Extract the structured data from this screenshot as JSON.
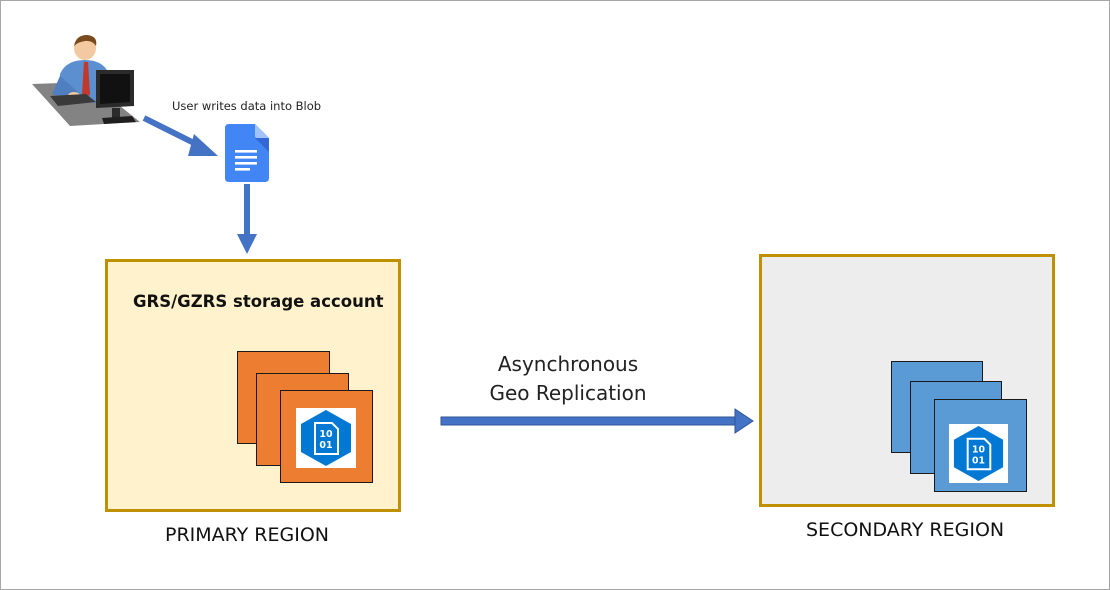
{
  "diagram": {
    "user_caption": "User writes data into Blob",
    "storage_account_label": "GRS/GZRS storage account",
    "replication_label_line1": "Asynchronous",
    "replication_label_line2": "Geo Replication",
    "primary_region_label": "PRIMARY REGION",
    "secondary_region_label": "SECONDARY REGION",
    "blob_icon_text_line1": "10",
    "blob_icon_text_line2": "01"
  },
  "colors": {
    "arrow": "#4472c4",
    "primary_fill": "#fff2cc",
    "secondary_fill": "#ededed",
    "region_border": "#bf9000",
    "primary_tiles": "#ed7d31",
    "secondary_tiles": "#5b9bd5",
    "blob_icon": "#0078d4",
    "document_icon": "#4285f4"
  },
  "icons": {
    "user": "user-at-computer-icon",
    "document": "document-icon",
    "blob": "blob-storage-icon"
  }
}
